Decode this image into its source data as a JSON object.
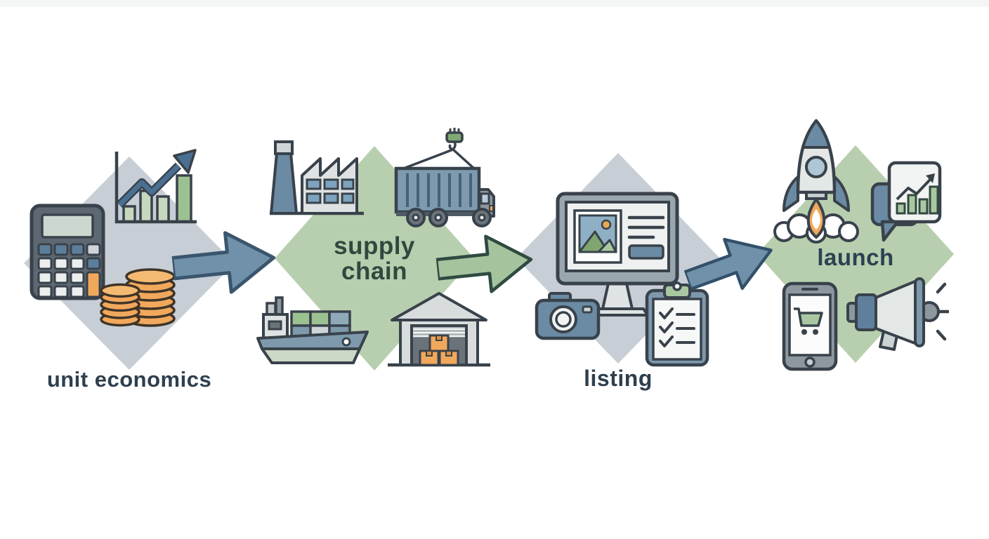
{
  "diagram": {
    "type": "process-flow",
    "flow_order": [
      "unit economics",
      "supply chain",
      "listing",
      "launch"
    ],
    "stages": [
      {
        "id": "unit-economics",
        "label": "unit economics",
        "label_lines": [
          "unit economics"
        ],
        "label_placement": "below-diamond",
        "diamond_color": "#c7ced6",
        "label_color": "#2e3f4e",
        "icons": [
          "calculator-icon",
          "growth-bar-chart-icon",
          "coin-stacks-icon"
        ]
      },
      {
        "id": "supply-chain",
        "label": "supply chain",
        "label_lines": [
          "supply",
          "chain"
        ],
        "label_placement": "center-of-diamond",
        "diamond_color": "#b7cfae",
        "label_color": "#31483e",
        "icons": [
          "factory-icon",
          "container-truck-crane-icon",
          "cargo-ship-icon",
          "warehouse-icon"
        ]
      },
      {
        "id": "listing",
        "label": "listing",
        "label_lines": [
          "listing"
        ],
        "label_placement": "below-diamond",
        "diamond_color": "#c7ced6",
        "label_color": "#2e3f4e",
        "icons": [
          "monitor-product-page-icon",
          "camera-icon",
          "checklist-clipboard-icon"
        ]
      },
      {
        "id": "launch",
        "label": "launch",
        "label_lines": [
          "launch"
        ],
        "label_placement": "center-of-diamond",
        "diamond_color": "#b7cfae",
        "label_color": "#2c4152",
        "icons": [
          "rocket-launch-icon",
          "chart-speech-bubble-icon",
          "phone-shopping-cart-icon",
          "megaphone-icon"
        ]
      }
    ],
    "arrows": [
      {
        "from": "unit-economics",
        "to": "supply-chain",
        "fill": "#7191aa",
        "outline": "#3a556e"
      },
      {
        "from": "supply-chain",
        "to": "listing",
        "fill": "#a5c39d",
        "outline": "#2e4a41"
      },
      {
        "from": "listing",
        "to": "launch",
        "fill": "#7191aa",
        "outline": "#32506a"
      }
    ],
    "colors": {
      "diamond_gray": "#c7ced6",
      "diamond_green": "#b7cfae",
      "icon_blue": "#6b8aa3",
      "icon_green": "#a9c8a1",
      "icon_orange": "#f2a85c",
      "icon_gray": "#8d979e",
      "outline_dark": "#39424b",
      "background": "#ffffff"
    }
  }
}
